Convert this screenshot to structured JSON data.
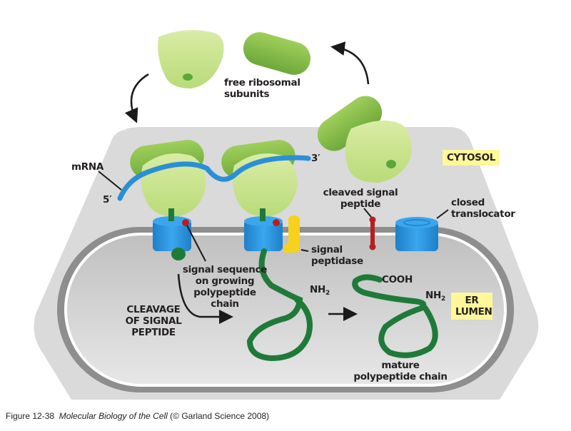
{
  "figure": {
    "type": "biology diagram",
    "subject": "signal peptide cleavage during cotranslational translocation into the ER"
  },
  "labels": {
    "free_ribosomal_subunits": [
      "free ribosomal",
      "subunits"
    ],
    "mrna": "mRNA",
    "five_prime": "5′",
    "three_prime": "3′",
    "cytosol": "CYTOSOL",
    "cleaved_signal_peptide": [
      "cleaved signal",
      "peptide"
    ],
    "closed_translocator": [
      "closed",
      "translocator"
    ],
    "signal_sequence": [
      "signal sequence",
      "on growing",
      "polypeptide",
      "chain"
    ],
    "signal_peptidase": [
      "signal",
      "peptidase"
    ],
    "cleavage_of_signal_peptide": [
      "CLEAVAGE",
      "OF SIGNAL",
      "PEPTIDE"
    ],
    "nh2_base": "NH",
    "nh2_sub": "2",
    "cooh": "COOH",
    "er_lumen": [
      "ER",
      "LUMEN"
    ],
    "mature_polypeptide_chain": [
      "mature",
      "polypeptide chain"
    ]
  },
  "caption": {
    "figure_number": "Figure 12-38",
    "book_title": "Molecular Biology of the Cell",
    "credit": "(© Garland Science 2008)"
  },
  "colors": {
    "ribosome_small": "#cfe59a",
    "ribosome_large": "#8dc04e",
    "mrna": "#2b8fd6",
    "translocator": "#2a94dc",
    "polypeptide": "#1f7a3a",
    "signal_peptide": "#b51f24",
    "signal_peptidase": "#f7d21c",
    "cytosol_bg": "#d8d9d8",
    "membrane": "#8c8c8c",
    "highlight": "#fff799"
  }
}
